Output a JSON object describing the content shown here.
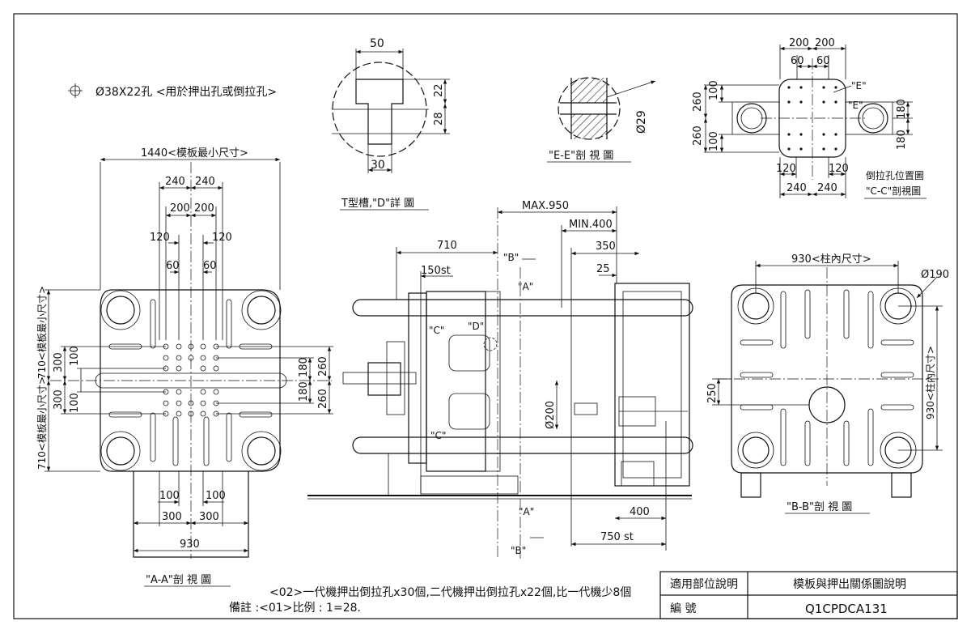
{
  "legend": {
    "symbol": "⌖",
    "text": "Ø38X22孔  <用於押出孔或倒拉孔>"
  },
  "t_slot": {
    "dims": {
      "top": "50",
      "bottom": "30",
      "right1": "22",
      "right2": "28"
    },
    "caption": "T型槽,\"D\"詳  圖"
  },
  "ee": {
    "dim": "Ø29",
    "caption": "\"E-E\"剖 視 圖"
  },
  "cc": {
    "dims": {
      "top1": "200",
      "top2": "200",
      "top3": "60",
      "top4": "60",
      "left1": "260",
      "left2": "100",
      "left3": "260",
      "left4": "100",
      "right1": "180",
      "right2": "180",
      "bottom1": "120",
      "bottom2": "120",
      "bottom3": "240",
      "bottom4": "240"
    },
    "labels": {
      "e1": "\"E\"",
      "e2": "\"E\""
    },
    "caption_line1": "倒拉孔位置圖",
    "caption_line2": "\"C-C\"剖視圖"
  },
  "aa": {
    "top_width": "1440<模板最小尺寸>",
    "dims": {
      "d240a": "240",
      "d240b": "240",
      "d200a": "200",
      "d200b": "200",
      "d120a": "120",
      "d120b": "120",
      "d60a": "60",
      "d60b": "60",
      "left_outer1": "710<模板最小尺寸>",
      "left_outer2": "710<模板最小尺寸>",
      "l300a": "300",
      "l100a": "100",
      "l300b": "300",
      "l100b": "100",
      "r260a": "260",
      "r180a": "180",
      "r180b": "180",
      "r260b": "260",
      "b100a": "100",
      "b100b": "100",
      "b300a": "300",
      "b300b": "300",
      "bottom_width": "930"
    },
    "caption": "\"A-A\"剖 視 圖"
  },
  "side": {
    "dims": {
      "max": "MAX.950",
      "min": "MIN.400",
      "d710": "710",
      "d150st": "150st",
      "d350": "350",
      "d25": "25",
      "d200": "Ø200",
      "d400": "400",
      "d750st": "750 st"
    },
    "labels": {
      "b_top": "\"B\"",
      "a_top": "\"A\"",
      "c_top": "\"C\"",
      "d": "\"D\"",
      "c_bot": "\"C\"",
      "a_bot": "\"A\"",
      "b_bot": "\"B\""
    }
  },
  "bb": {
    "dims": {
      "top": "930<柱內尺寸>",
      "dia": "Ø190",
      "right": "930<柱內尺寸>",
      "left": "250"
    },
    "caption": "\"B-B\"剖 視 圖"
  },
  "notes": {
    "line1": "<02>一代機押出倒拉孔x30個,二代機押出倒拉孔x22個,比一代機少8個",
    "line2": "備註 :<01>比例 : 1=28."
  },
  "title_block": {
    "label1": "適用部位說明",
    "value1": "模板與押出關係圖說明",
    "label2": "編        號",
    "value2": "Q1CPDCA131"
  }
}
